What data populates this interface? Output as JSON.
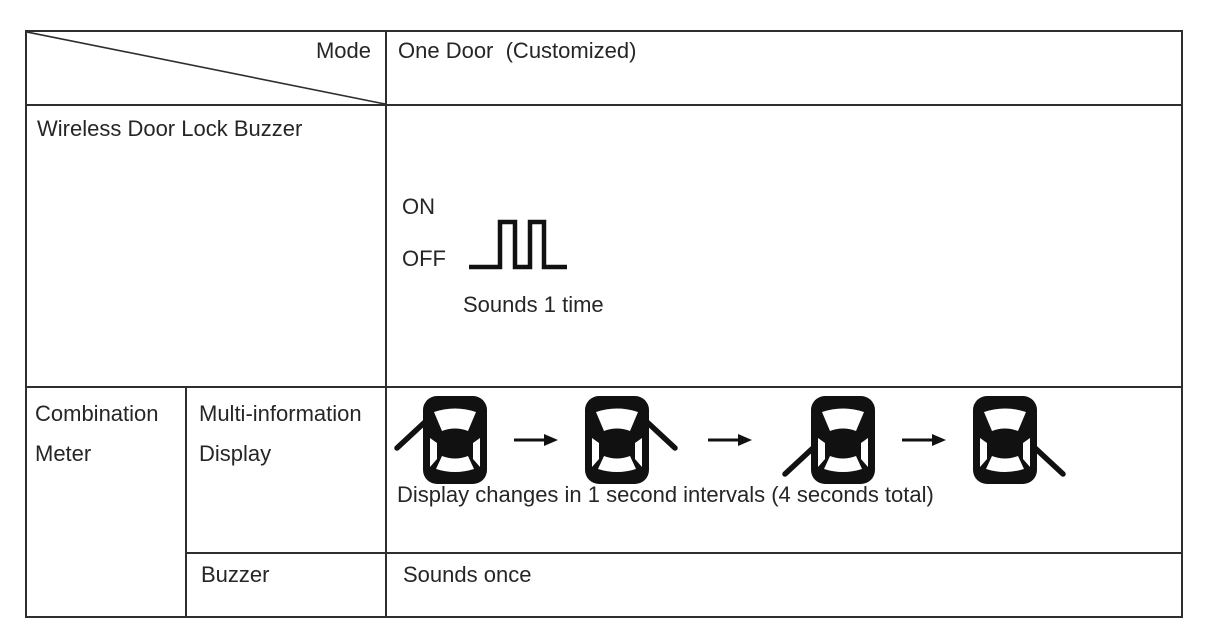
{
  "table": {
    "corner": {
      "mode_label": "Mode"
    },
    "header_value": "One Door  (Customized)",
    "wireless_row": {
      "label": "Wireless Door Lock Buzzer",
      "on_label": "ON",
      "off_label": "OFF",
      "caption": "Sounds 1 time"
    },
    "combination_row": {
      "label_lines": {
        "0": "Combination",
        "1": "Meter"
      },
      "multi_info": {
        "label_lines": {
          "0": "Multi-information",
          "1": "Display"
        },
        "caption": "Display changes in 1 second intervals (4 seconds total)",
        "door_sequence": [
          "front-left",
          "front-right",
          "rear-left",
          "rear-right"
        ]
      },
      "buzzer_label": "Buzzer",
      "buzzer_value": "Sounds once"
    },
    "colors": {
      "border": "#2e2e2e",
      "text": "#262626",
      "icon": "#111111",
      "background": "#ffffff"
    }
  }
}
